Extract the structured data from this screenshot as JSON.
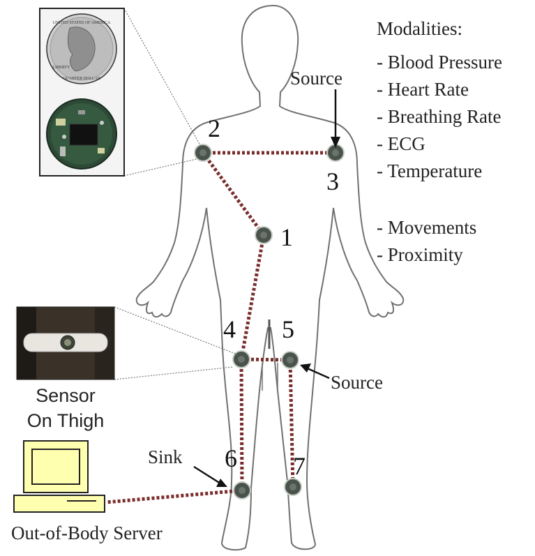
{
  "modalities": {
    "heading": "Modalities:",
    "items": [
      "- Blood Pressure",
      "- Heart Rate",
      "- Breathing Rate",
      "- ECG",
      "- Temperature",
      "- Movements",
      "- Proximity"
    ]
  },
  "nodes": [
    {
      "id": "1",
      "label": "1"
    },
    {
      "id": "2",
      "label": "2"
    },
    {
      "id": "3",
      "label": "3"
    },
    {
      "id": "4",
      "label": "4"
    },
    {
      "id": "5",
      "label": "5"
    },
    {
      "id": "6",
      "label": "6"
    },
    {
      "id": "7",
      "label": "7"
    }
  ],
  "links": [
    [
      "2",
      "3"
    ],
    [
      "2",
      "1"
    ],
    [
      "1",
      "4"
    ],
    [
      "4",
      "5"
    ],
    [
      "4",
      "6"
    ],
    [
      "5",
      "7"
    ],
    [
      "6",
      "server"
    ]
  ],
  "annotations": {
    "source_top": "Source",
    "source_right": "Source",
    "sink": "Sink"
  },
  "photo_caption": {
    "line1": "Sensor",
    "line2": "On Thigh"
  },
  "coin_images": {
    "coin_line1": "UNITED STATES OF AMERICA",
    "coin_line2": "LIBERTY",
    "coin_line3": "QUARTER DOLLAR"
  },
  "server_label": "Out-of-Body Server",
  "colors": {
    "link": "#7a2d2d",
    "node": "#4a524c",
    "computer_fill": "#ffffb0",
    "outline": "#555555"
  }
}
